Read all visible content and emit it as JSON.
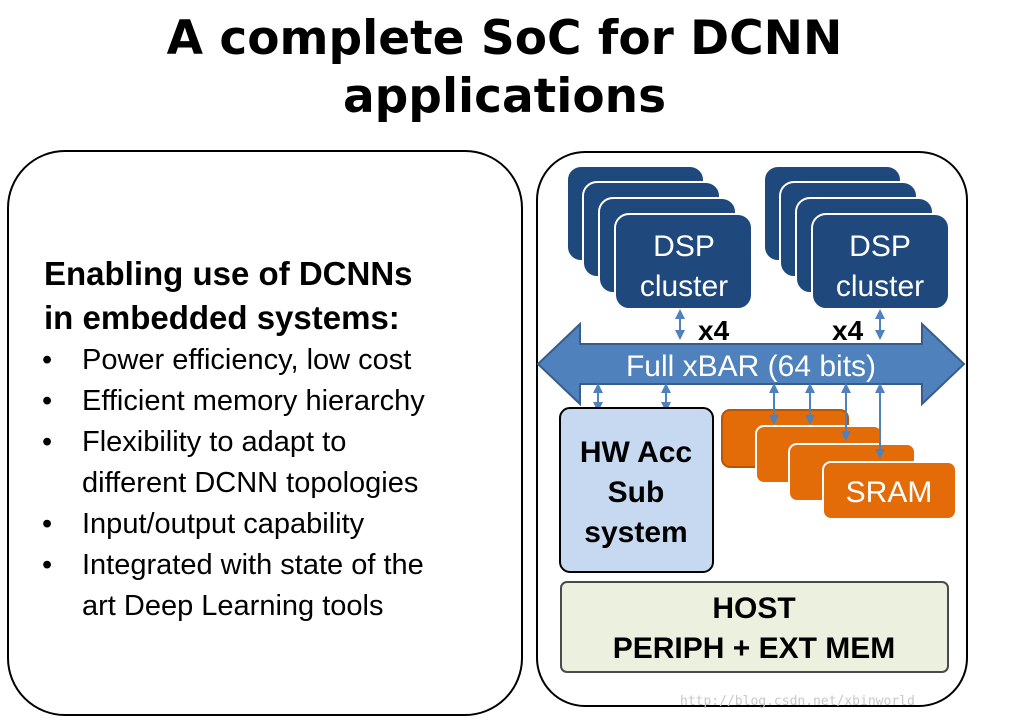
{
  "title": {
    "line1": "A complete SoC for DCNN",
    "line2": "applications"
  },
  "left_panel": {
    "heading_line1": "Enabling use of DCNNs",
    "heading_line2": "in embedded systems:",
    "bullets": [
      {
        "lines": [
          "Power efficiency, low cost"
        ]
      },
      {
        "lines": [
          "Efficient memory hierarchy"
        ]
      },
      {
        "lines": [
          "Flexibility to adapt to",
          "different DCNN topologies"
        ]
      },
      {
        "lines": [
          "Input/output capability"
        ]
      },
      {
        "lines": [
          "Integrated with state of the",
          "art Deep Learning tools"
        ]
      }
    ],
    "bullet_glyph": "•"
  },
  "diagram": {
    "dsp_left": {
      "line1": "DSP",
      "line2": "cluster"
    },
    "dsp_right": {
      "line1": "DSP",
      "line2": "cluster"
    },
    "multiplier_left": "x4",
    "multiplier_right": "x4",
    "xbar_label": "Full xBAR (64 bits)",
    "hw_acc": {
      "line1": "HW Acc",
      "line2": "Sub",
      "line3": "system"
    },
    "sram_label": "SRAM",
    "host": {
      "line1": "HOST",
      "line2": "PERIPH + EXT MEM"
    },
    "colors": {
      "dsp_fill": "#1f497d",
      "dsp_border": "#ffffff",
      "xbar_fill": "#4f81bd",
      "xbar_border": "#385d8a",
      "hw_acc_fill": "#c6d9f1",
      "sram_fill": "#e36c09",
      "sram_border": "#b65708",
      "host_fill": "#ebf1de",
      "host_border": "#4a4a4a",
      "connector": "#4f81bd"
    }
  },
  "watermark": "http://blog.csdn.net/xbinworld"
}
